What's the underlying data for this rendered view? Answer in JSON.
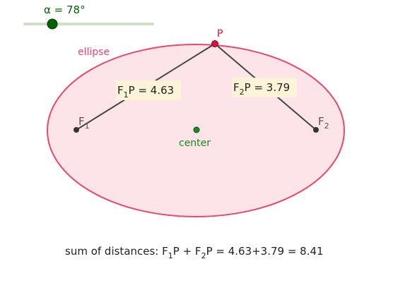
{
  "slider": {
    "label": "α = 78°",
    "value_degrees": 78,
    "color": "#006400",
    "track_color": "#cfe0c8"
  },
  "curve": {
    "name": "ellipse",
    "stroke": "#e8486b",
    "fill": "#fde4e8"
  },
  "points": {
    "P": {
      "label": "P",
      "color": "#e0103a"
    },
    "F1": {
      "label_main": "F",
      "label_sub": "1",
      "color": "#333333"
    },
    "F2": {
      "label_main": "F",
      "label_sub": "2",
      "color": "#333333"
    },
    "center": {
      "label": "center",
      "color": "#1c8a1c"
    }
  },
  "segments": {
    "F1P": {
      "label_main": "F",
      "label_sub": "1",
      "label_rest": "P = 4.63",
      "value": 4.63
    },
    "F2P": {
      "label_main": "F",
      "label_sub": "2",
      "label_rest": "P = 3.79",
      "value": 3.79
    },
    "label_bg": "#fdf3d7",
    "stroke": "#444444"
  },
  "sum": {
    "prefix": "sum of distances: ",
    "t1_main": "F",
    "t1_sub": "1",
    "t1_rest": "P + ",
    "t2_main": "F",
    "t2_sub": "2",
    "t2_rest": "P = 4.63+3.79 = 8.41",
    "total": 8.41
  }
}
